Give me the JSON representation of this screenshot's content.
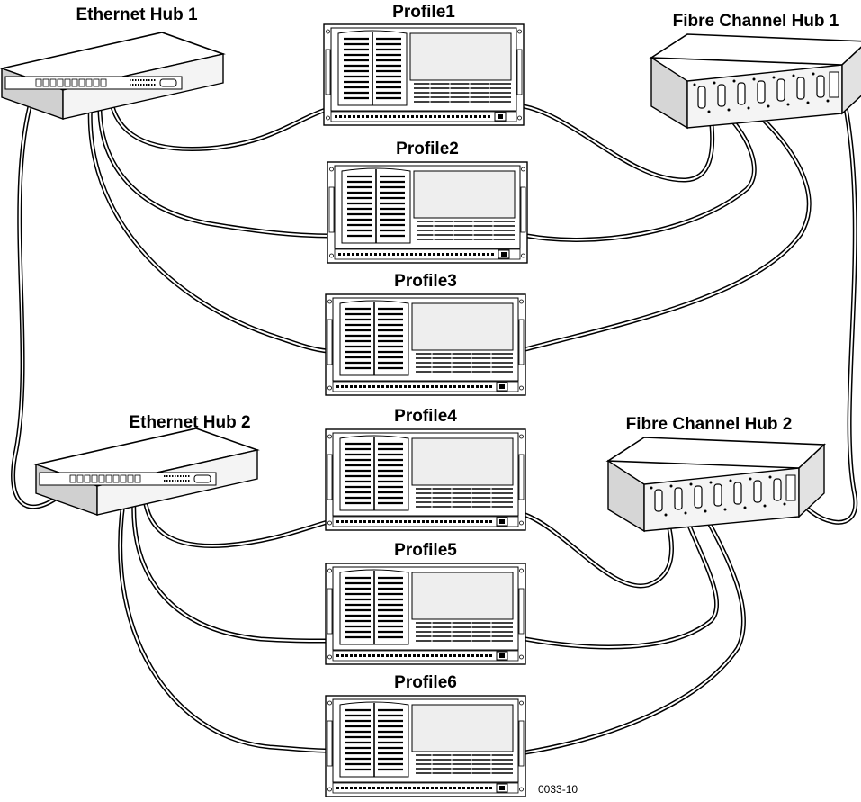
{
  "labels": {
    "ethernet_hub_1": "Ethernet Hub 1",
    "ethernet_hub_2": "Ethernet Hub 2",
    "fibre_channel_hub_1": "Fibre Channel Hub 1",
    "fibre_channel_hub_2": "Fibre Channel Hub 2",
    "profile1": "Profile1",
    "profile2": "Profile2",
    "profile3": "Profile3",
    "profile4": "Profile4",
    "profile5": "Profile5",
    "profile6": "Profile6"
  },
  "figure_number": "0033-10",
  "colors": {
    "line": "#000000",
    "device_face": "#ffffff",
    "panel": "#e6e6e6",
    "shade": "#9a9a9a"
  }
}
